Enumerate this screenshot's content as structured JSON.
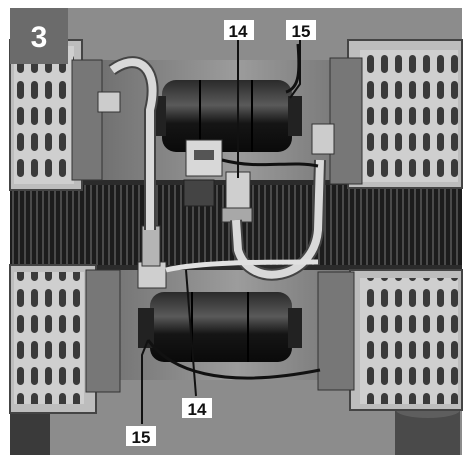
{
  "figure": {
    "step_number": "3",
    "callouts": [
      {
        "label": "14",
        "target": "upper-check-valve"
      },
      {
        "label": "15",
        "target": "upper-cylinder-outlet"
      },
      {
        "label": "14",
        "target": "lower-check-valve"
      },
      {
        "label": "15",
        "target": "lower-cylinder-outlet"
      }
    ],
    "colors": {
      "step_badge": "#6b6b6b",
      "background": "#ffffff",
      "photo_base": "#8c8c8c"
    }
  }
}
